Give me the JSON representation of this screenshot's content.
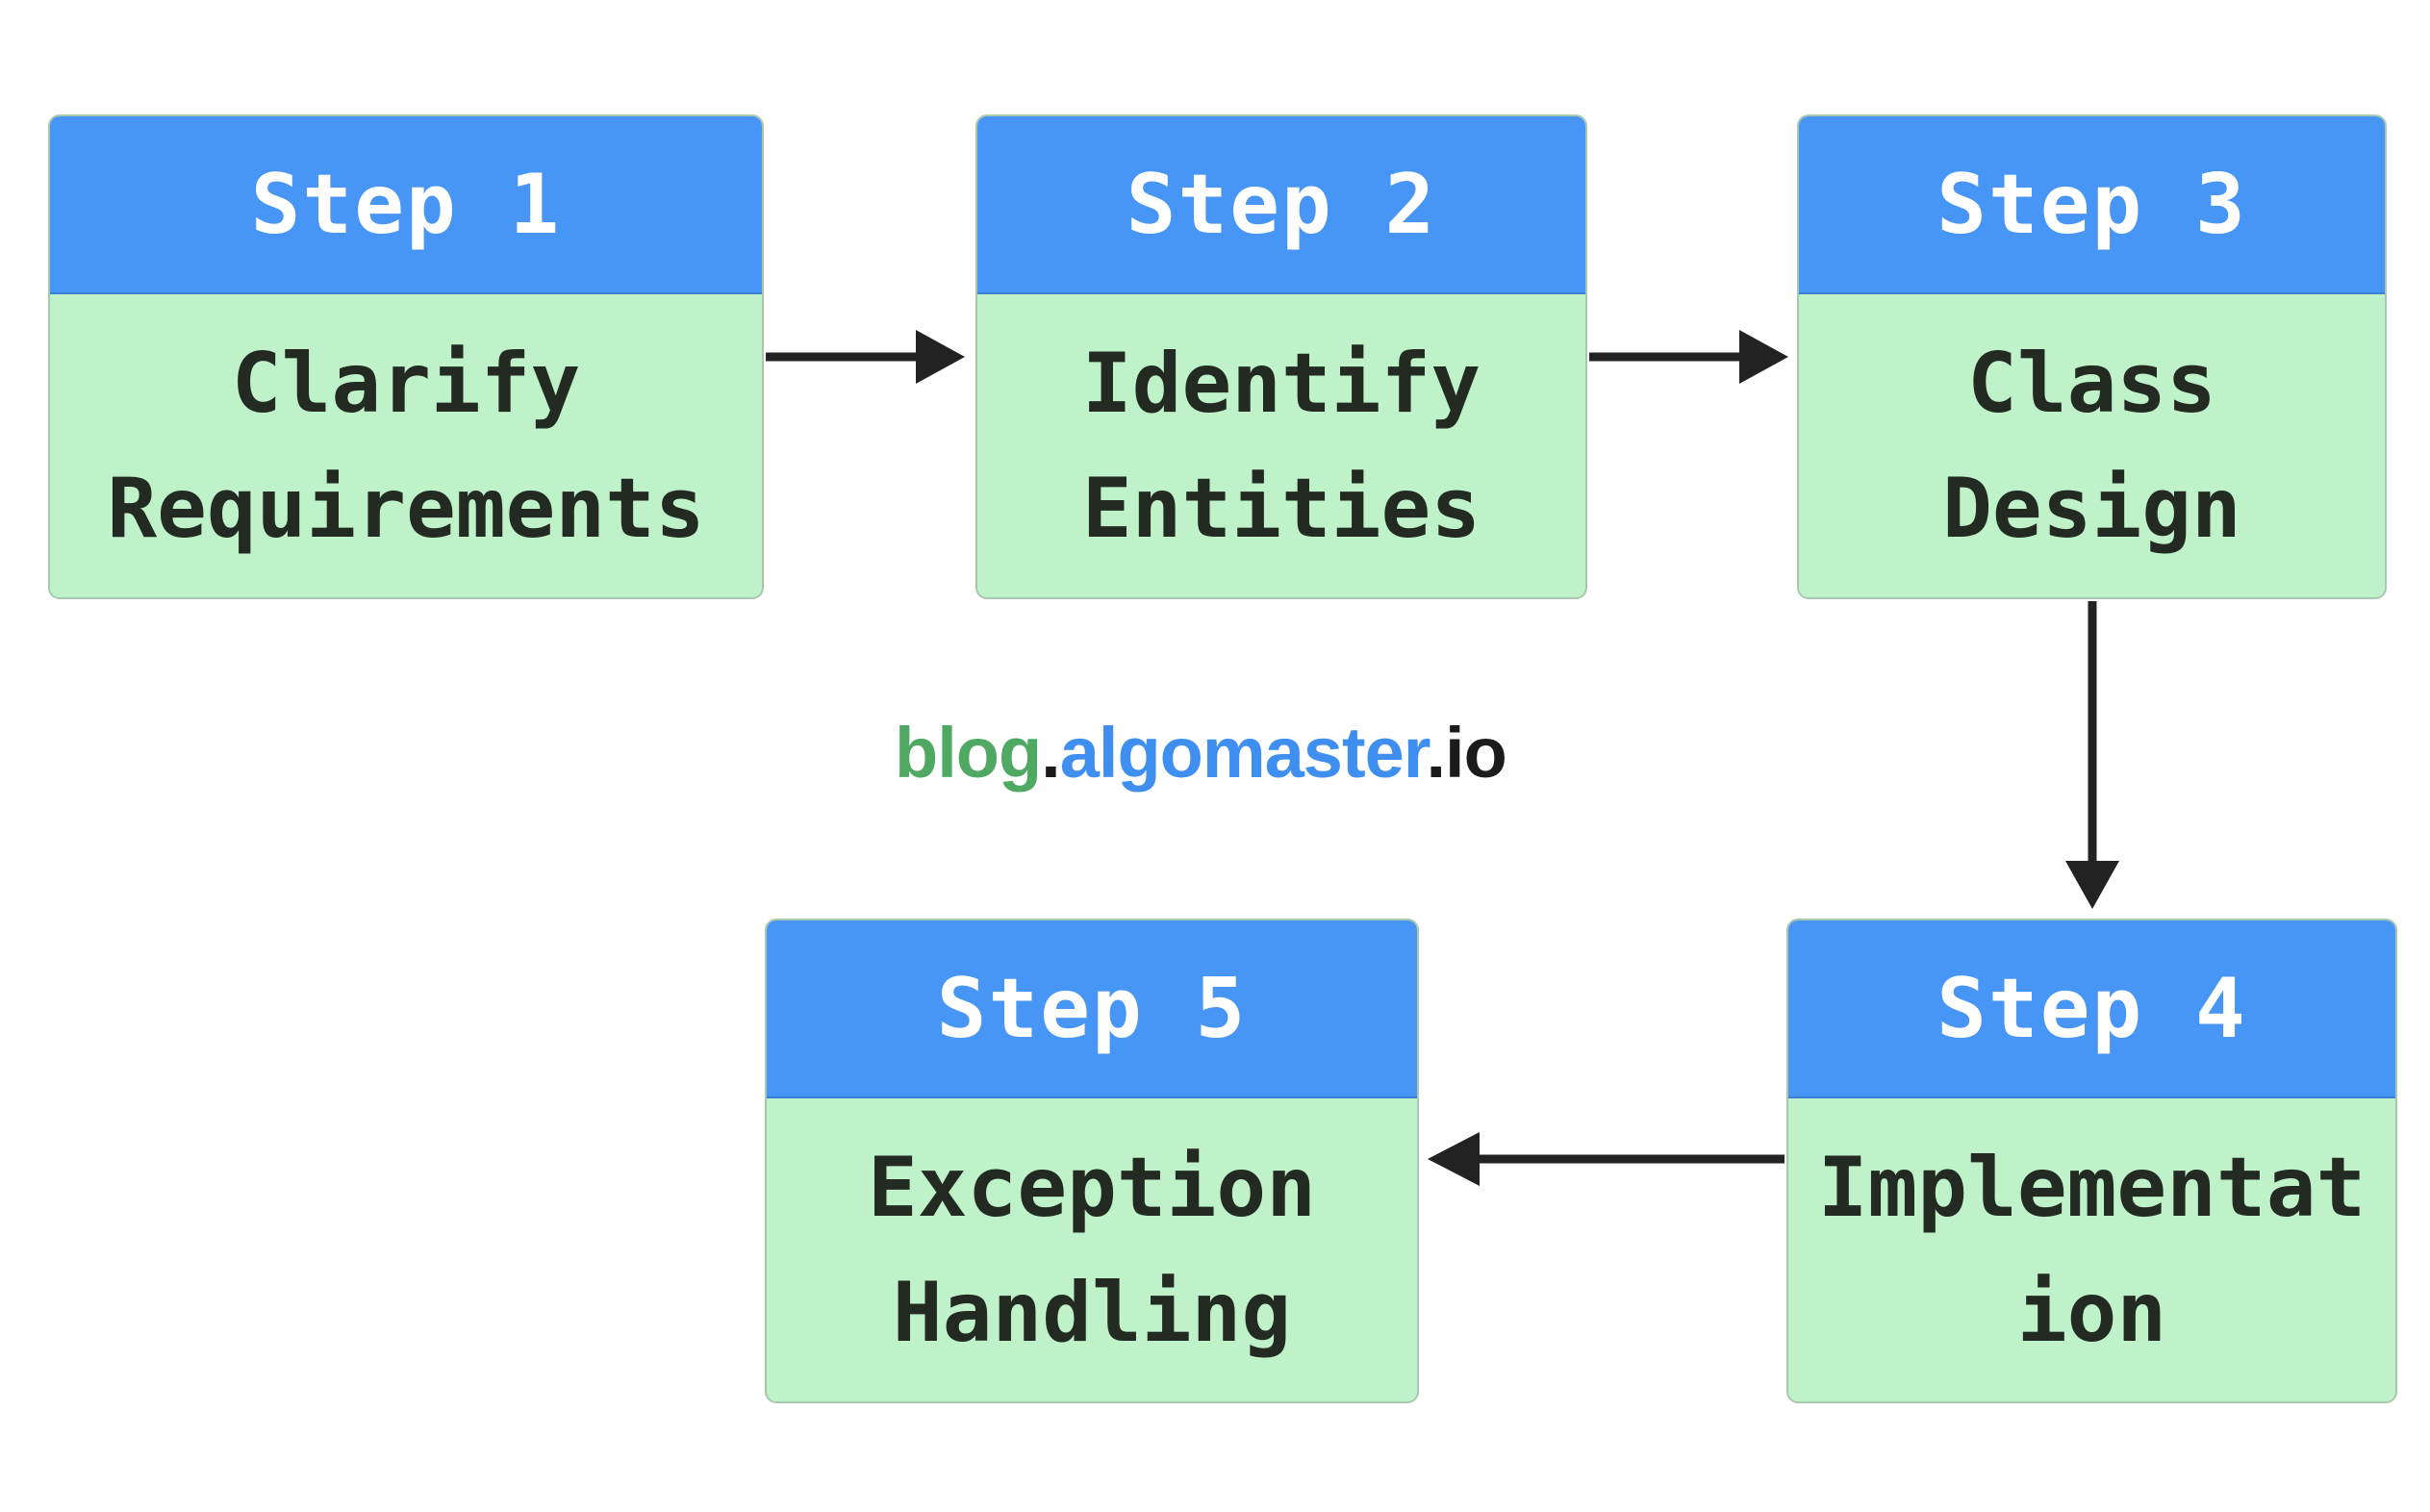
{
  "steps": [
    {
      "header": "Step 1",
      "lines": [
        "Clarify",
        "Requirements"
      ]
    },
    {
      "header": "Step 2",
      "lines": [
        "Identify",
        "Entities"
      ]
    },
    {
      "header": "Step 3",
      "lines": [
        "Class",
        "Design"
      ]
    },
    {
      "header": "Step 4",
      "lines": [
        "Implementat",
        "ion"
      ]
    },
    {
      "header": "Step 5",
      "lines": [
        "Exception",
        "Handling"
      ]
    }
  ],
  "watermark": {
    "part1": "blog",
    "part2": ".",
    "part3": "algomaster",
    "part4": ".io"
  },
  "colors": {
    "header": "#4795f5",
    "body": "#bff2c9",
    "arrow": "#222222",
    "watermark_green": "#4fa962",
    "watermark_blue": "#3f8ff0"
  }
}
